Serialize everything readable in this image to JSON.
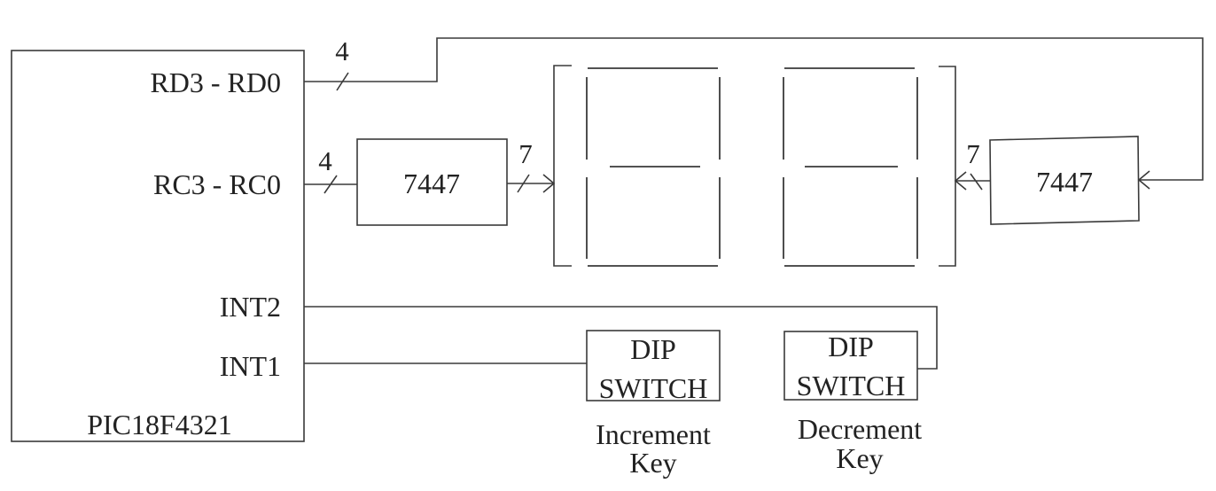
{
  "mcu": {
    "name": "PIC18F4321",
    "pin_rd": "RD3 - RD0",
    "pin_rc": "RC3 - RC0",
    "pin_int2": "INT2",
    "pin_int1": "INT1"
  },
  "buses": {
    "rd_width": "4",
    "rc_width": "4",
    "left_decoder_out": "7",
    "right_decoder_out": "7"
  },
  "decoders": {
    "left": "7447",
    "right": "7447"
  },
  "switches": {
    "increment": {
      "line1": "DIP",
      "line2": "SWITCH",
      "caption1": "Increment",
      "caption2": "Key"
    },
    "decrement": {
      "line1": "DIP",
      "line2": "SWITCH",
      "caption1": "Decrement",
      "caption2": "Key"
    }
  }
}
